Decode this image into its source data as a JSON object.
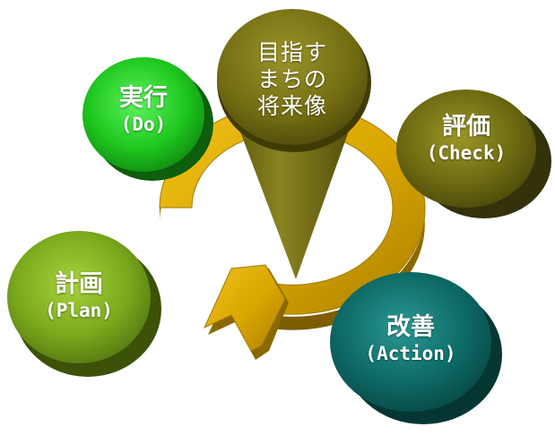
{
  "center": {
    "lines": [
      "目指す",
      "まちの",
      "将来像"
    ]
  },
  "nodes": {
    "do": {
      "title": "実行",
      "subtitle": "(Do)"
    },
    "check": {
      "title": "評価",
      "subtitle": "(Check)"
    },
    "plan": {
      "title": "計画",
      "subtitle": "(Plan)"
    },
    "action": {
      "title": "改善",
      "subtitle": "(Action)"
    }
  },
  "colors": {
    "ring": "#d9a500",
    "do": "#1fc81f",
    "check": "#6e6b12",
    "plan": "#7aa91c",
    "action": "#0e6a66",
    "center": "#726c12"
  }
}
